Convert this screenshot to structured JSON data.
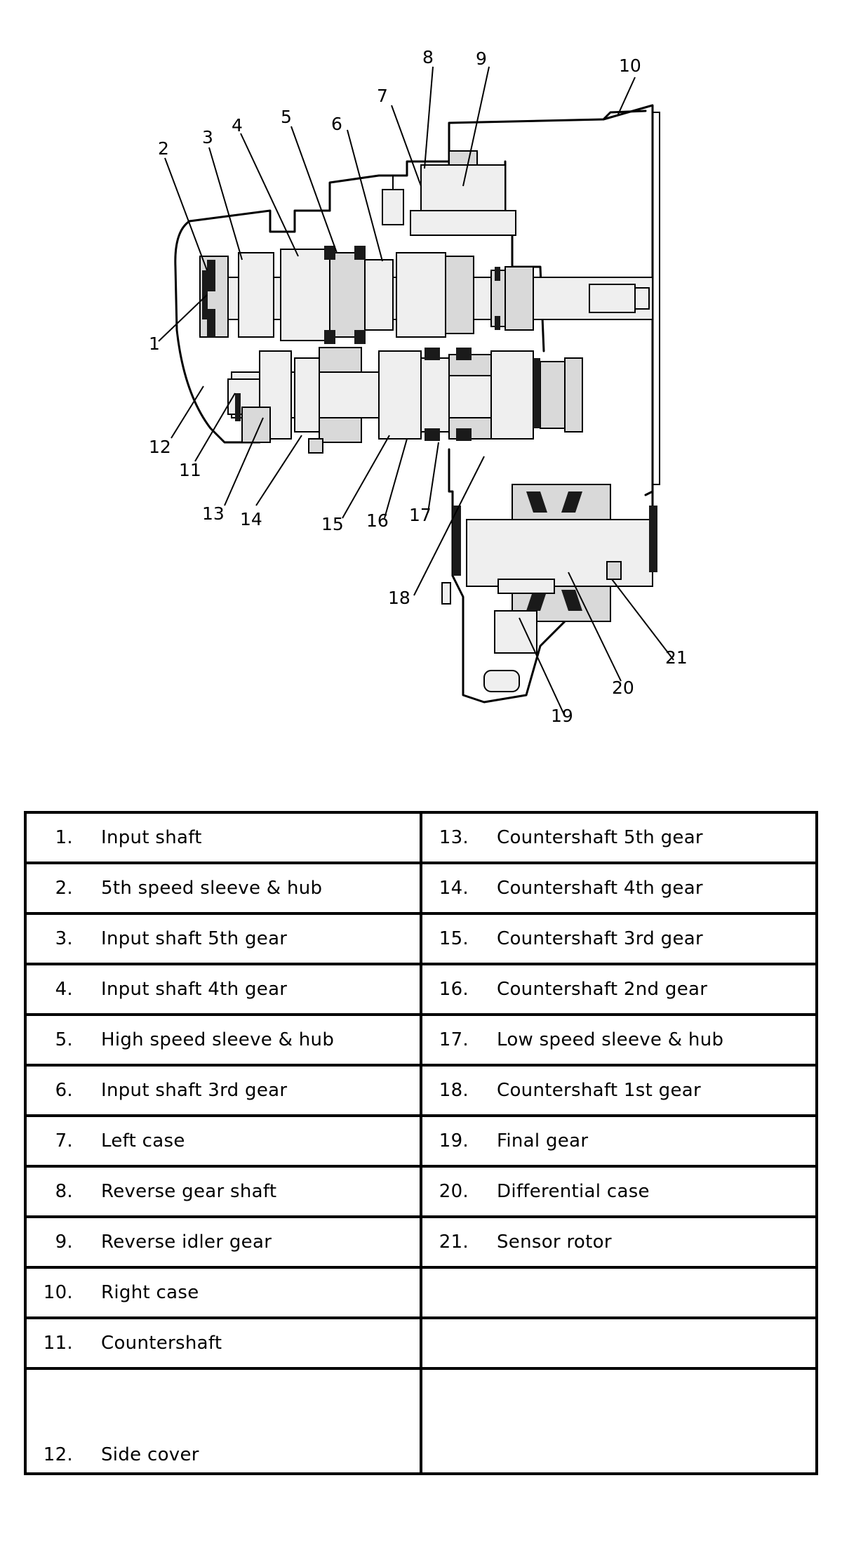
{
  "diagram": {
    "callouts": [
      "1",
      "2",
      "3",
      "4",
      "5",
      "6",
      "7",
      "8",
      "9",
      "10",
      "11",
      "12",
      "13",
      "14",
      "15",
      "16",
      "17",
      "18",
      "19",
      "20",
      "21"
    ]
  },
  "legend": {
    "rows": [
      {
        "left": {
          "num": "1.",
          "label": "Input shaft"
        },
        "right": {
          "num": "13.",
          "label": "Countershaft 5th gear"
        }
      },
      {
        "left": {
          "num": "2.",
          "label": "5th speed sleeve & hub"
        },
        "right": {
          "num": "14.",
          "label": "Countershaft 4th gear"
        }
      },
      {
        "left": {
          "num": "3.",
          "label": "Input shaft 5th gear"
        },
        "right": {
          "num": "15.",
          "label": "Countershaft 3rd gear"
        }
      },
      {
        "left": {
          "num": "4.",
          "label": "Input shaft 4th gear"
        },
        "right": {
          "num": "16.",
          "label": "Countershaft 2nd gear"
        }
      },
      {
        "left": {
          "num": "5.",
          "label": "High speed sleeve & hub"
        },
        "right": {
          "num": "17.",
          "label": "Low speed sleeve & hub"
        }
      },
      {
        "left": {
          "num": "6.",
          "label": "Input shaft 3rd gear"
        },
        "right": {
          "num": "18.",
          "label": "Countershaft 1st gear"
        }
      },
      {
        "left": {
          "num": "7.",
          "label": "Left case"
        },
        "right": {
          "num": "19.",
          "label": "Final gear"
        }
      },
      {
        "left": {
          "num": "8.",
          "label": "Reverse gear shaft"
        },
        "right": {
          "num": "20.",
          "label": "Differential case"
        }
      },
      {
        "left": {
          "num": "9.",
          "label": "Reverse idler gear"
        },
        "right": {
          "num": "21.",
          "label": "Sensor rotor"
        }
      },
      {
        "left": {
          "num": "10.",
          "label": "Right case"
        },
        "right": {
          "num": "",
          "label": ""
        }
      },
      {
        "left": {
          "num": "11.",
          "label": "Countershaft"
        },
        "right": {
          "num": "",
          "label": ""
        }
      },
      {
        "left": {
          "num": "12.",
          "label": "Side cover"
        },
        "right": {
          "num": "",
          "label": ""
        }
      }
    ]
  }
}
